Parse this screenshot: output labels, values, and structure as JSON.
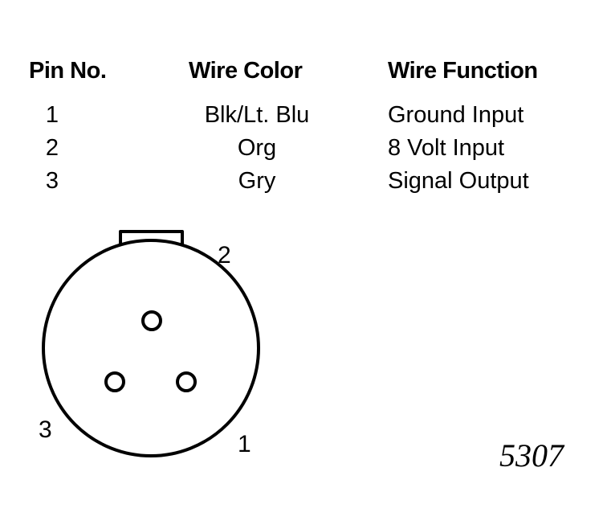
{
  "table": {
    "headers": {
      "pin": "Pin No.",
      "color": "Wire Color",
      "function": "Wire Function"
    },
    "rows": [
      {
        "pin": "1",
        "color": "Blk/Lt. Blu",
        "function": "Ground Input"
      },
      {
        "pin": "2",
        "color": "Org",
        "function": "8 Volt Input"
      },
      {
        "pin": "3",
        "color": "Gry",
        "function": "Signal Output"
      }
    ]
  },
  "connector": {
    "pin_labels": {
      "pin1": "1",
      "pin2": "2",
      "pin3": "3"
    }
  },
  "figure_number": "5307"
}
